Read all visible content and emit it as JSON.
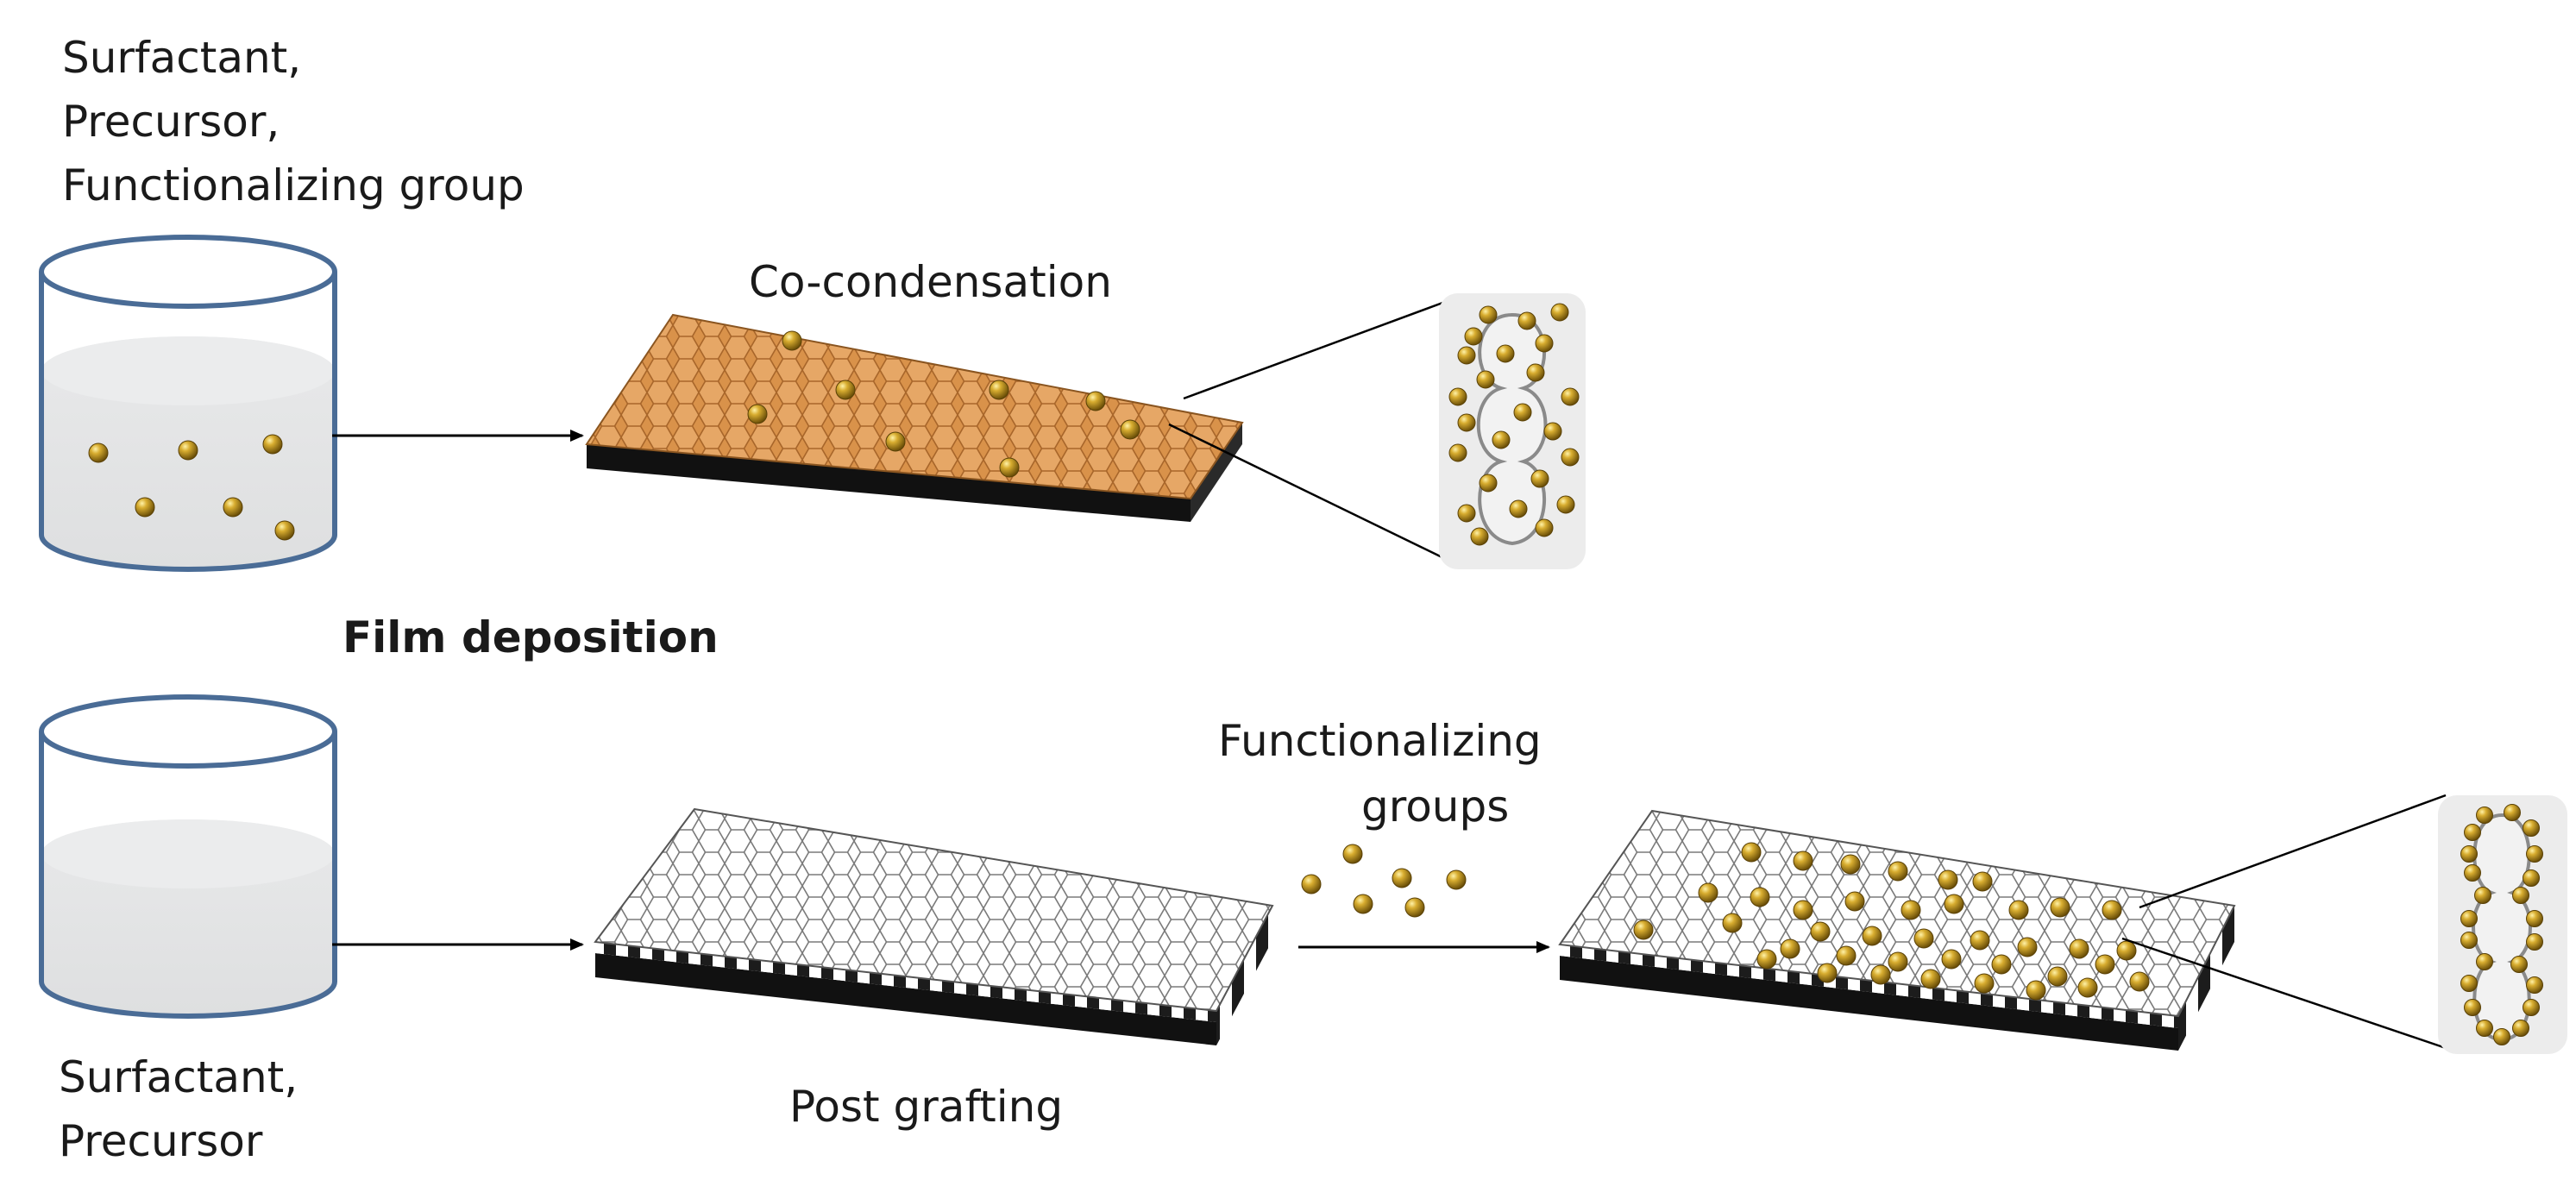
{
  "top_row": {
    "solution_label_lines": [
      "Surfactant,",
      "Precursor,",
      "Functionalizing group"
    ],
    "method_label": "Co-condensation"
  },
  "center_label": "Film deposition",
  "bottom_row": {
    "solution_label_lines": [
      "Surfactant,",
      "Precursor"
    ],
    "method_label": "Post grafting",
    "functionalizing_label_lines": [
      "Functionalizing",
      "groups"
    ]
  },
  "colors": {
    "beaker_outline": "#4a6c96",
    "liquid": "#e2e3e4",
    "film_orange": "#d9924a",
    "film_white": "#ffffff",
    "substrate": "#1c1c1c",
    "particle": "#b08a1c",
    "pore_outline": "#8a8a8a"
  }
}
